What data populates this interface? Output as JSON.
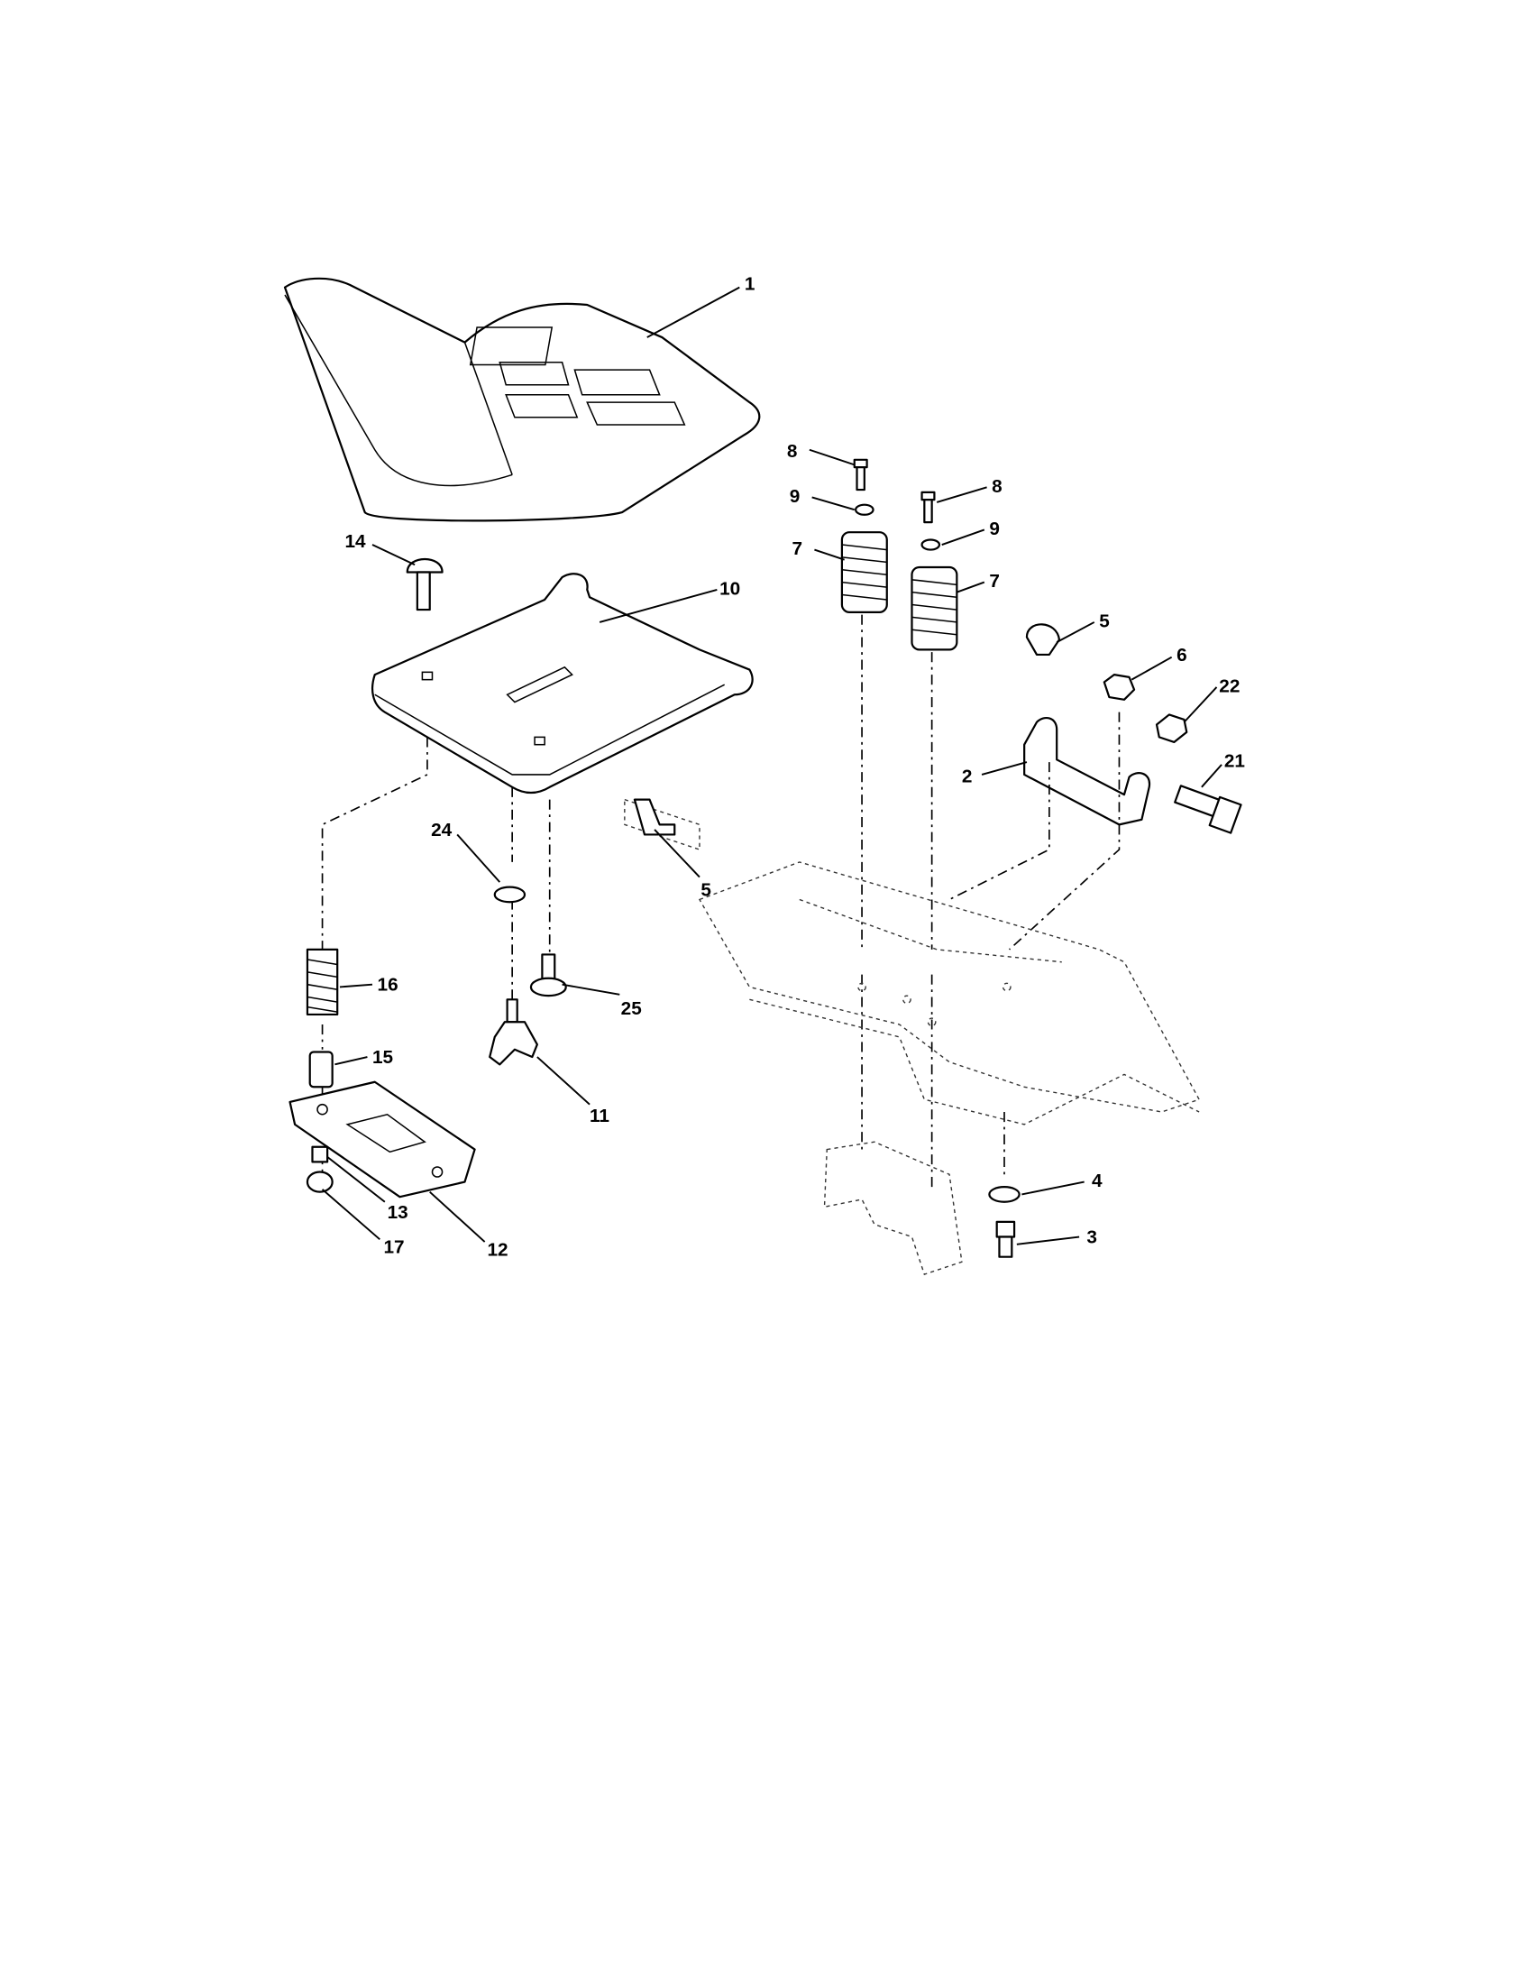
{
  "callouts": {
    "seat": "1",
    "bolt_8a": "8",
    "washer_9a": "9",
    "spring_7a": "7",
    "bolt_8b": "8",
    "washer_9b": "9",
    "spring_7b": "7",
    "clip_5a": "5",
    "nut_6": "6",
    "nut_22": "22",
    "bracket_2": "2",
    "shoulder_bolt_21": "21",
    "carriage_bolt_14": "14",
    "seat_pan_10": "10",
    "washer_24": "24",
    "clip_5b": "5",
    "bolt_25": "25",
    "spring_16": "16",
    "spacer_15": "15",
    "knob_11": "11",
    "washer_13": "13",
    "nut_17": "17",
    "slide_plate_12": "12",
    "washer_4": "4",
    "bolt_3": "3"
  }
}
